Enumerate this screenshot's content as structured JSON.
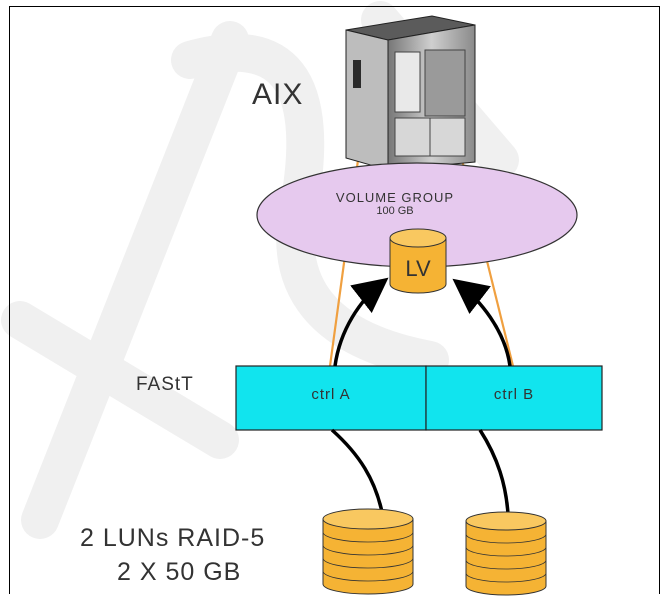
{
  "server": {
    "label": "AIX",
    "icon": "server-tower-icon"
  },
  "volume_group": {
    "title": "VOLUME GROUP",
    "size": "100 GB",
    "fill": "#e6c9ee"
  },
  "logical_volume": {
    "label": "LV",
    "fill": "#f5b334"
  },
  "storage": {
    "label": "FAStT",
    "controllers": [
      {
        "label": "ctrl A"
      },
      {
        "label": "ctrl B"
      }
    ],
    "fill": "#11e4ee"
  },
  "luns": {
    "line1": "2 LUNs RAID-5",
    "line2": "2 X 50 GB",
    "disk_fill": "#f5b334",
    "count": 2
  },
  "colors": {
    "link_orange": "#f0a040",
    "arrow": "#000000",
    "watermark": "#f2f2f2"
  }
}
